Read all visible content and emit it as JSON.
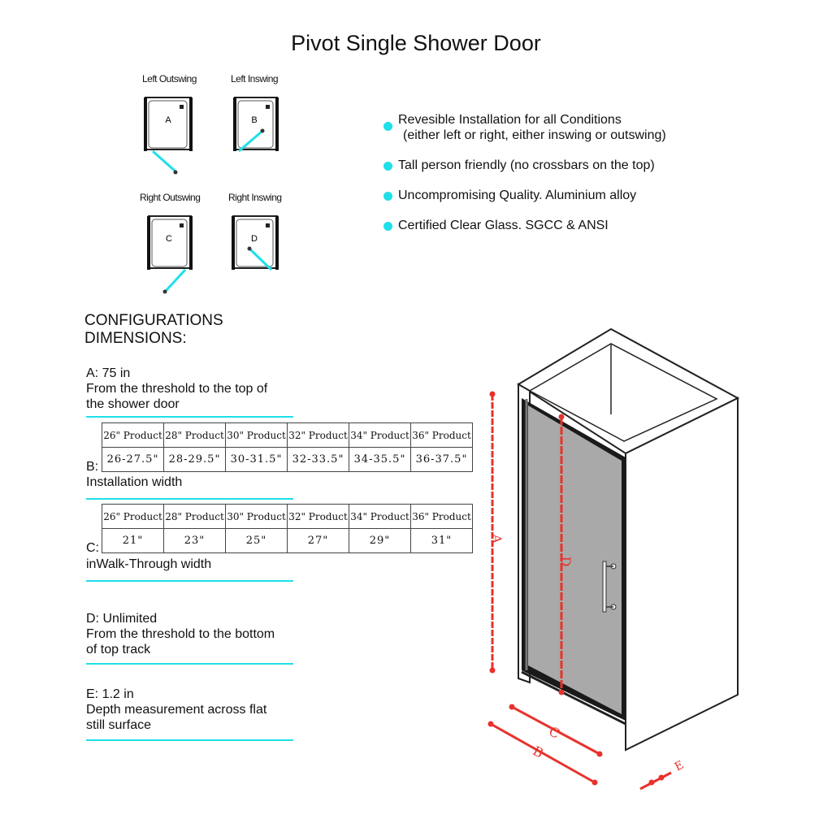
{
  "title": "Pivot Single Shower Door",
  "configurations": [
    {
      "label": "Left Outswing",
      "letter": "A"
    },
    {
      "label": "Left Inswing",
      "letter": "B"
    },
    {
      "label": "Right Outswing",
      "letter": "C"
    },
    {
      "label": "Right Inswing",
      "letter": "D"
    }
  ],
  "features": [
    {
      "line1": "Revesible Installation for all Conditions",
      "line2": "(either left or right, either inswing or outswing)"
    },
    {
      "line1": "Tall person friendly (no crossbars on the top)"
    },
    {
      "line1": "Uncompromising Quality. Aluminium alloy"
    },
    {
      "line1": "Certified Clear Glass. SGCC & ANSI"
    }
  ],
  "config_heading": {
    "line1": "CONFIGURATIONS",
    "line2": "DIMENSIONS:"
  },
  "specs": {
    "a": {
      "key": "A:",
      "value": "75 in",
      "desc1": "From the threshold to the top of",
      "desc2": "the shower door"
    },
    "b": {
      "key": "B:",
      "desc": "Installation width"
    },
    "c": {
      "key": "C:",
      "desc": "inWalk-Through width"
    },
    "d": {
      "key": "D:",
      "value": "Unlimited",
      "desc1": "From the threshold to the bottom",
      "desc2": "of top track"
    },
    "e": {
      "key": "E:",
      "value": "1.2 in",
      "desc1": "Depth measurement across flat",
      "desc2": "still surface"
    }
  },
  "table_b": {
    "headers": [
      "26\" Product",
      "28\" Product",
      "30\" Product",
      "32\" Product",
      "34\" Product",
      "36\" Product"
    ],
    "values": [
      "26-27.5\"",
      "28-29.5\"",
      "30-31.5\"",
      "32-33.5\"",
      "34-35.5\"",
      "36-37.5\""
    ]
  },
  "table_c": {
    "headers": [
      "26\" Product",
      "28\" Product",
      "30\" Product",
      "32\" Product",
      "34\" Product",
      "36\" Product"
    ],
    "values": [
      "21\"",
      "23\"",
      "25\"",
      "27\"",
      "29\"",
      "31\""
    ]
  },
  "illustration_labels": {
    "a": "A",
    "b": "B",
    "c": "C",
    "d": "D",
    "e": "E"
  },
  "colors": {
    "accent": "#1ee0e8",
    "dimension": "#e8322c",
    "glass": "#a9a9a9",
    "line": "#222222"
  }
}
